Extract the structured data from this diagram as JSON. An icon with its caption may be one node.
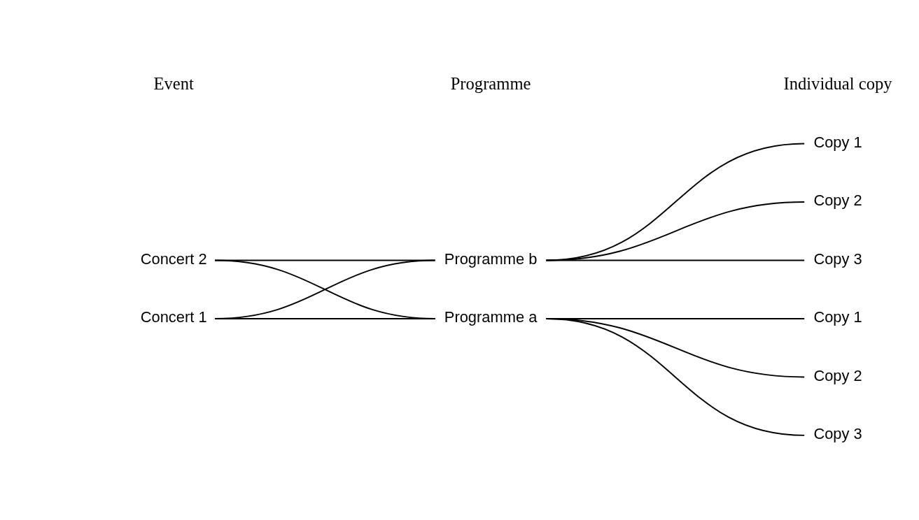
{
  "diagram": {
    "nodes": [
      {
        "text": [
          "Concert 1"
        ]
      },
      {
        "text": [
          "Concert 2"
        ]
      },
      {
        "text": [
          "Programme a"
        ]
      },
      {
        "text": [
          "Programme b"
        ]
      },
      {
        "text": [
          "Copy 1"
        ]
      },
      {
        "text": [
          "Copy 2"
        ]
      },
      {
        "text": [
          "Copy 3"
        ]
      },
      {
        "text": [
          "Copy 1"
        ]
      },
      {
        "text": [
          "Copy 2"
        ]
      },
      {
        "text": [
          "Copy 3"
        ]
      }
    ],
    "edges": [
      {
        "from": 0,
        "to": 2,
        "arrow": "none"
      },
      {
        "from": 0,
        "to": 3,
        "arrow": "none"
      },
      {
        "from": 1,
        "to": 2,
        "arrow": "none"
      },
      {
        "from": 1,
        "to": 3,
        "arrow": "none"
      },
      {
        "from": 2,
        "to": 4,
        "arrow": "none"
      },
      {
        "from": 2,
        "to": 5,
        "arrow": "none"
      },
      {
        "from": 2,
        "to": 6,
        "arrow": "none"
      },
      {
        "from": 3,
        "to": 7,
        "arrow": "none"
      },
      {
        "from": 3,
        "to": 8,
        "arrow": "none"
      },
      {
        "from": 3,
        "to": 9,
        "arrow": "none"
      }
    ],
    "labels": [
      "Event",
      "Programme",
      "Individual copy"
    ]
  }
}
